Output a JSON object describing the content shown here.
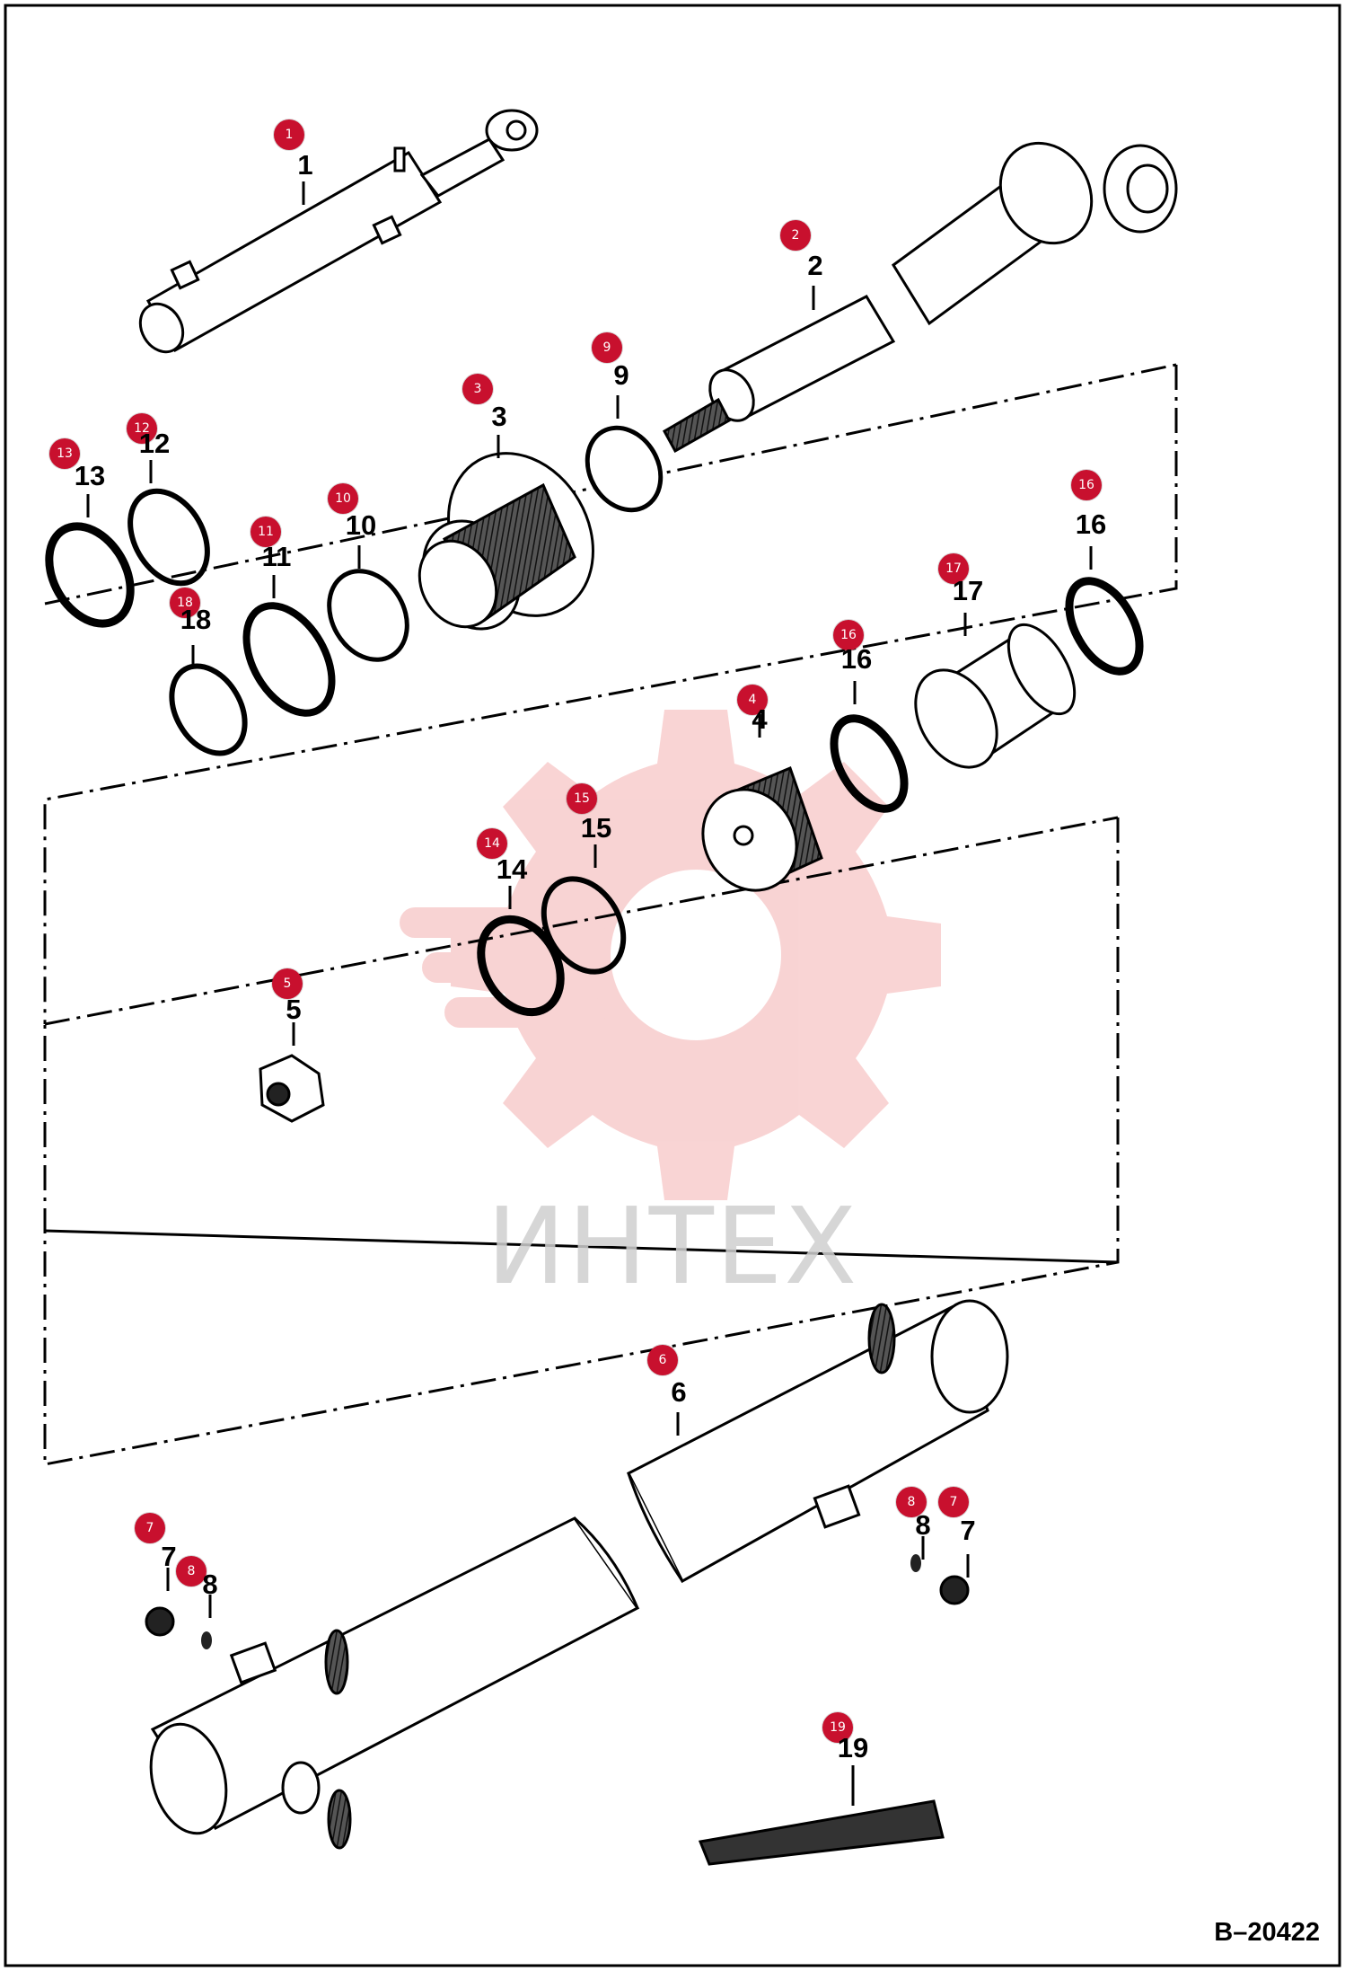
{
  "diagram": {
    "drawing_number": "B–20422",
    "watermark_text": "ИНТЕХ",
    "colors": {
      "line": "#000000",
      "callout": "#c8102e",
      "watermark": "#f4b0b0"
    },
    "callouts": [
      "1",
      "2",
      "3",
      "4",
      "5",
      "6",
      "7",
      "7",
      "8",
      "8",
      "9",
      "10",
      "11",
      "12",
      "13",
      "14",
      "15",
      "16",
      "16",
      "17",
      "18",
      "19"
    ],
    "part_labels": [
      "1",
      "2",
      "3",
      "4",
      "5",
      "6",
      "7",
      "7",
      "8",
      "8",
      "9",
      "10",
      "11",
      "12",
      "13",
      "14",
      "15",
      "16",
      "16",
      "17",
      "18",
      "19"
    ]
  }
}
